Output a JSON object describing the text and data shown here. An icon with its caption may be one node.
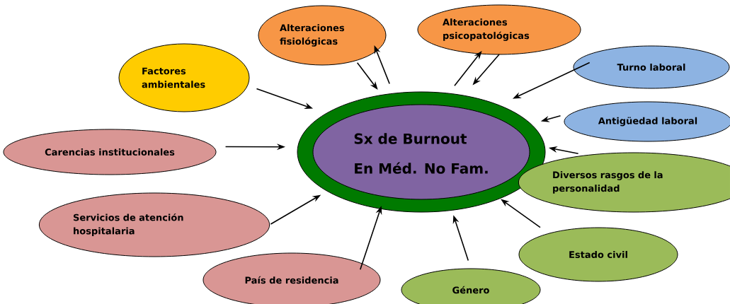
{
  "diagram": {
    "nodes": [
      {
        "text": [
          "Sx de Burnout",
          "En Méd. No Fam."
        ]
      },
      {
        "text": [
          "Factores ambientales"
        ]
      },
      {
        "text": [
          "Alteraciones fisiológicas"
        ]
      },
      {
        "text": [
          "Alteraciones psicopatológicas"
        ]
      },
      {
        "text": [
          "Turno laboral"
        ]
      },
      {
        "text": [
          "Antigüedad laboral"
        ]
      },
      {
        "text": [
          "Carencias institucionales"
        ]
      },
      {
        "text": [
          "Diversos rasgos de la personalidad"
        ]
      },
      {
        "text": [
          "Servicios de atención hospitalaria"
        ]
      },
      {
        "text": [
          "Estado civil"
        ]
      },
      {
        "text": [
          "País de residencia"
        ]
      },
      {
        "text": [
          "Género"
        ]
      }
    ],
    "edges": [
      {
        "from": 1,
        "to": 0,
        "arrow": "to"
      },
      {
        "from": 2,
        "to": 0,
        "arrow": "to"
      },
      {
        "from": 0,
        "to": 2,
        "arrow": "to"
      },
      {
        "from": 0,
        "to": 3,
        "arrow": "to"
      },
      {
        "from": 3,
        "to": 0,
        "arrow": "to"
      },
      {
        "from": 4,
        "to": 0,
        "arrow": "to"
      },
      {
        "from": 5,
        "to": 0,
        "arrow": "to"
      },
      {
        "from": 6,
        "to": 0,
        "arrow": "to"
      },
      {
        "from": 7,
        "to": 0,
        "arrow": "to"
      },
      {
        "from": 8,
        "to": 0,
        "arrow": "to"
      },
      {
        "from": 10,
        "to": 0,
        "arrow": "to"
      },
      {
        "from": 11,
        "to": 0,
        "arrow": "to"
      },
      {
        "from": 9,
        "to": 0,
        "arrow": "to"
      }
    ]
  }
}
